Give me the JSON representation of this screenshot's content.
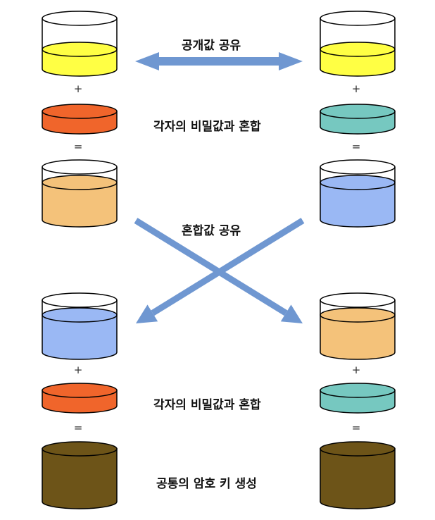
{
  "labels": {
    "share_public": "공개값 공유",
    "mix_secret_1": "각자의 비밀값과 혼합",
    "share_mixed": "혼합값 공유",
    "mix_secret_2": "각자의 비밀값과 혼합",
    "common_key": "공통의 암호 키 생성"
  },
  "operators": {
    "plus": "+",
    "equals": "="
  },
  "colors": {
    "public_yellow": "#ffff44",
    "secret_left_orange": "#f0652b",
    "secret_right_teal": "#76c8c0",
    "mix_left_peach": "#f4c27a",
    "mix_right_blue": "#9ab8f4",
    "final_olive": "#6d5418",
    "arrow_blue": "#6f97d1",
    "outline": "#000000"
  }
}
